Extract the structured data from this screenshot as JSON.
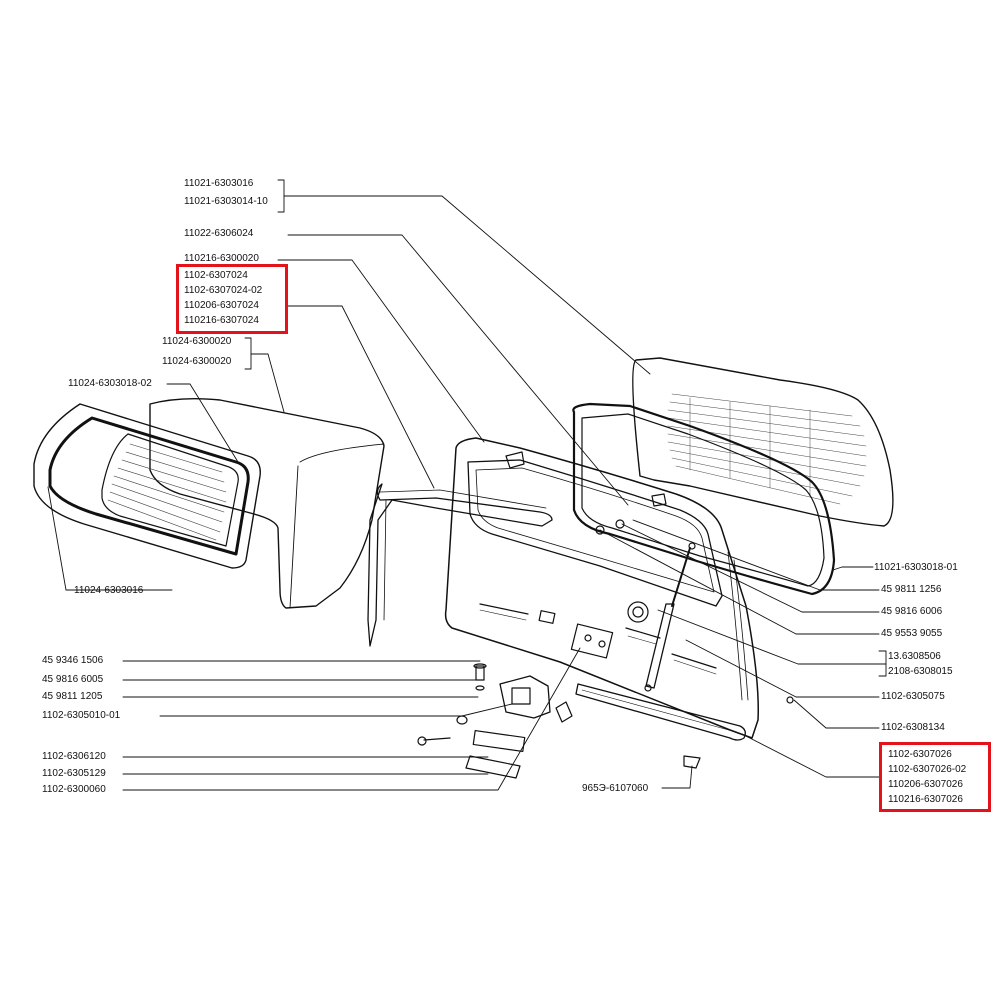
{
  "accent_color": "#e3121b",
  "groups": {
    "rear_glass": [
      "11021-6303016",
      "11021-6303014-10"
    ],
    "rear_glass_seal_left": "11022-6306024",
    "tailgate_door": "110216-6300020",
    "tailgate_upper_seal": [
      "1102-6307024",
      "1102-6307024-02",
      "110206-6307024",
      "110216-6307024"
    ],
    "tailgate_assembly": [
      "11024-6300020",
      "11024-6300020"
    ],
    "glass_frame_seal_left": "11024-6303018-02",
    "glass_left": "11024-6303016",
    "glass_frame_seal_right": "11021-6303018-01",
    "bolt_1": "45 9811 1256",
    "washer_1": "45 9816 6006",
    "nut_1": "45 9553 9055",
    "gas_strut": [
      "13.6308506",
      "2108-6308015"
    ],
    "lock_cylinder": "1102-6305075",
    "striker": "1102-6308134",
    "lower_seal_highlight": [
      "1102-6307026",
      "1102-6307026-02",
      "110206-6307026",
      "110216-6307026"
    ],
    "bumper_stop": "965Э-6107060",
    "left_fasteners": [
      "45 9346 1506",
      "45 9816 6005",
      "45 9811 1205",
      "1102-6305010-01",
      "1102-6306120",
      "1102-6305129",
      "1102-6300060"
    ]
  }
}
